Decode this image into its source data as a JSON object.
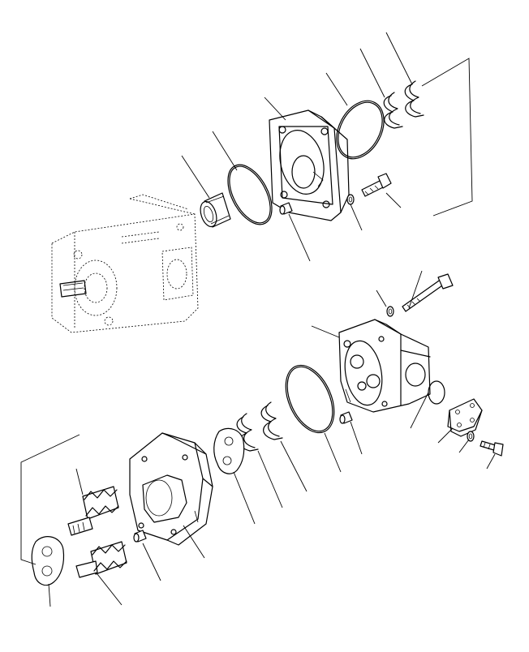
{
  "diagram": {
    "type": "exploded-parts-view",
    "line_color": "#000000",
    "background": "#ffffff",
    "parts": [
      "pump-assembly-reference",
      "bearing-bushing",
      "o-ring-front",
      "front-cover-plate",
      "o-ring-rear",
      "seal-clip-upper-1",
      "seal-clip-upper-2",
      "mounting-bolt-upper",
      "washer-upper",
      "dowel-pin-upper",
      "rear-housing",
      "long-through-bolt",
      "washer-long-bolt",
      "port-cover-plate",
      "plug-disc",
      "cover-bolt",
      "washer-cover",
      "dowel-pin-middle",
      "o-ring-middle",
      "seal-clip-lower-1",
      "seal-clip-lower-2",
      "wear-plate-upper",
      "gear-body",
      "drive-gear-shaft",
      "driven-gear-shaft",
      "dowel-pin-lower",
      "wear-plate-lower"
    ]
  }
}
